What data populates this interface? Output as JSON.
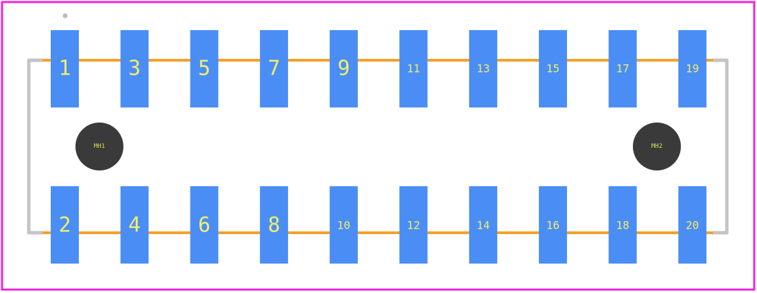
{
  "colors": {
    "board_outline": "#ee22dd",
    "pad": "#4a8ef5",
    "pad_label": "#f2ee6a",
    "trace": "#f5a02a",
    "body_outline": "#c4c4c4",
    "mounting_hole": "#3a3a3a",
    "hole_label": "#e0dc50",
    "pin1_marker": "#bbbbbb"
  },
  "top_row_pads": [
    {
      "label": "1"
    },
    {
      "label": "3"
    },
    {
      "label": "5"
    },
    {
      "label": "7"
    },
    {
      "label": "9"
    },
    {
      "label": "11"
    },
    {
      "label": "13"
    },
    {
      "label": "15"
    },
    {
      "label": "17"
    },
    {
      "label": "19"
    }
  ],
  "bottom_row_pads": [
    {
      "label": "2"
    },
    {
      "label": "4"
    },
    {
      "label": "6"
    },
    {
      "label": "8"
    },
    {
      "label": "10"
    },
    {
      "label": "12"
    },
    {
      "label": "14"
    },
    {
      "label": "16"
    },
    {
      "label": "18"
    },
    {
      "label": "20"
    }
  ],
  "mounting_holes": [
    {
      "label": "MH1"
    },
    {
      "label": "MH2"
    }
  ]
}
